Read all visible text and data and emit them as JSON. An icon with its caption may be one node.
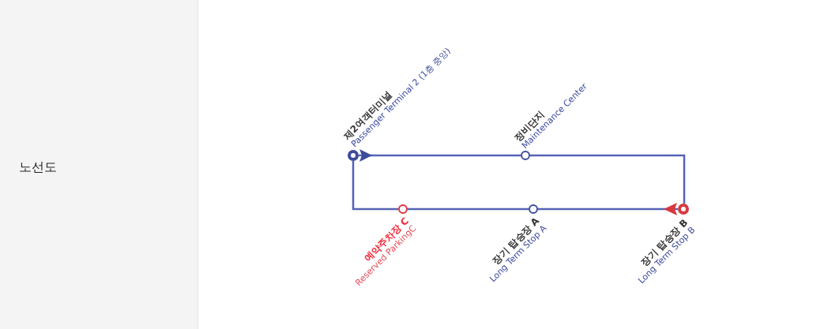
{
  "diagram": {
    "nodes": [
      {
        "text": [
          "제2여객터미널",
          "Passenger Terminal 2 (1층 중앙)"
        ]
      },
      {
        "text": [
          "정비단지",
          "Maintenance Center"
        ]
      },
      {
        "text": [
          "예약주차장 C",
          "Reserved ParkingC"
        ]
      },
      {
        "text": [
          "장기 탑승장 A",
          "Long Term Stop A"
        ]
      },
      {
        "text": [
          "장기 탑승장 B",
          "Long Term Stop B"
        ]
      }
    ],
    "edges": [
      {
        "from": 0,
        "to": 1,
        "arrow": "none"
      },
      {
        "from": 1,
        "to": 4,
        "arrow": "none"
      },
      {
        "from": 4,
        "to": 3,
        "arrow": "none"
      },
      {
        "from": 3,
        "to": 2,
        "arrow": "none"
      },
      {
        "from": 2,
        "to": 0,
        "arrow": "none"
      }
    ],
    "labels": [
      "노선도"
    ]
  }
}
